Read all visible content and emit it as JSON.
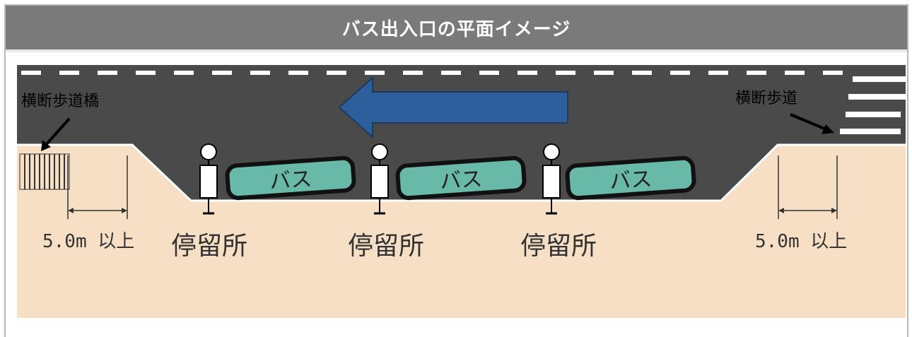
{
  "header": {
    "title": "バス出入口の平面イメージ"
  },
  "diagram": {
    "label_footbridge": "横断歩道橋",
    "label_crosswalk": "横断歩道",
    "bus_label": "バス",
    "stop_label": "停留所",
    "distance_label": "5.0m 以上",
    "colors": {
      "road": "#4a4a4a",
      "sidewalk": "#f6dfc4",
      "bus_body": "#69b9a8",
      "arrow": "#2c5f9c",
      "header": "#7a7a7a"
    }
  }
}
